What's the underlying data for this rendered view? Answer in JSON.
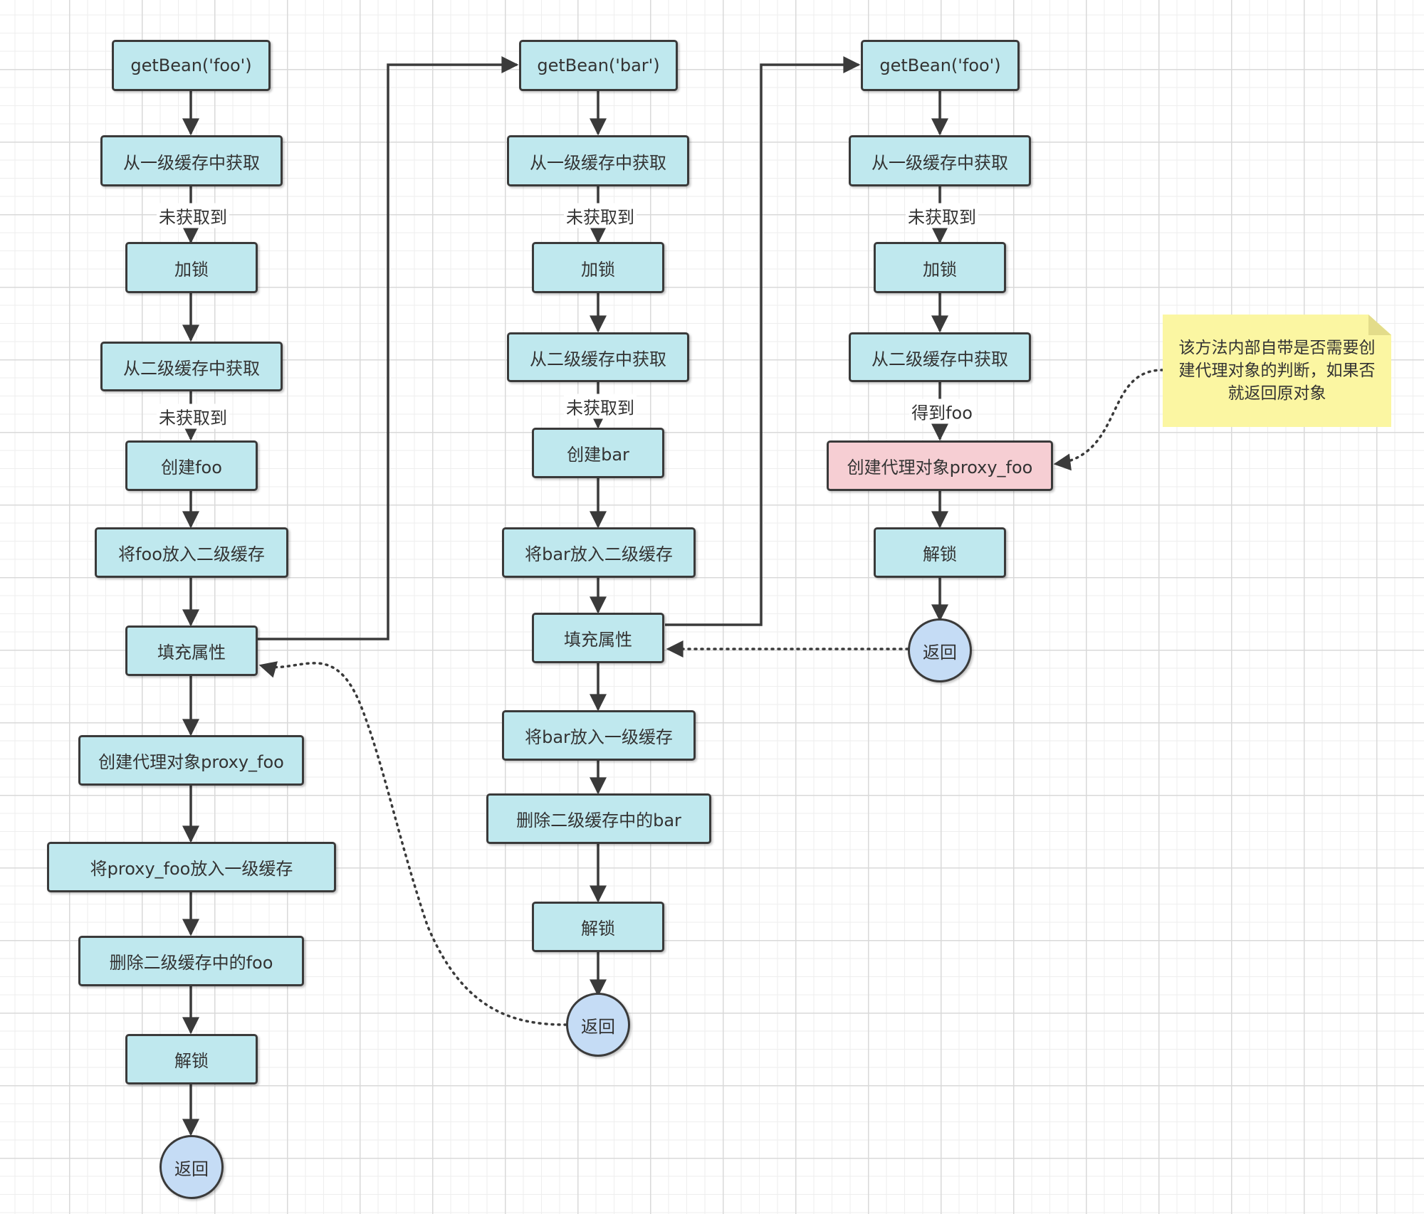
{
  "columns": [
    {
      "nodes": [
        {
          "label": "getBean('foo')"
        },
        {
          "label": "从一级缓存中获取"
        },
        {
          "label": "加锁"
        },
        {
          "label": "从二级缓存中获取"
        },
        {
          "label": "创建foo"
        },
        {
          "label": "将foo放入二级缓存"
        },
        {
          "label": "填充属性"
        },
        {
          "label": "创建代理对象proxy_foo"
        },
        {
          "label": "将proxy_foo放入一级缓存"
        },
        {
          "label": "删除二级缓存中的foo"
        },
        {
          "label": "解锁"
        },
        {
          "label": "返回"
        }
      ],
      "edge_labels": [
        "未获取到",
        "未获取到"
      ]
    },
    {
      "nodes": [
        {
          "label": "getBean('bar')"
        },
        {
          "label": "从一级缓存中获取"
        },
        {
          "label": "加锁"
        },
        {
          "label": "从二级缓存中获取"
        },
        {
          "label": "创建bar"
        },
        {
          "label": "将bar放入二级缓存"
        },
        {
          "label": "填充属性"
        },
        {
          "label": "将bar放入一级缓存"
        },
        {
          "label": "删除二级缓存中的bar"
        },
        {
          "label": "解锁"
        },
        {
          "label": "返回"
        }
      ],
      "edge_labels": [
        "未获取到",
        "未获取到"
      ]
    },
    {
      "nodes": [
        {
          "label": "getBean('foo')"
        },
        {
          "label": "从一级缓存中获取"
        },
        {
          "label": "加锁"
        },
        {
          "label": "从二级缓存中获取"
        },
        {
          "label": "创建代理对象proxy_foo"
        },
        {
          "label": "解锁"
        },
        {
          "label": "返回"
        }
      ],
      "edge_labels": [
        "未获取到",
        "得到foo"
      ]
    }
  ],
  "note": {
    "text": "该方法内部自带是否需要创建代理对象的判断，如果否就返回原对象"
  },
  "colors": {
    "node_fill": "#bfe8ee",
    "highlight_fill": "#f6ced3",
    "terminal_fill": "#c5dcf5",
    "note_fill": "#fbf6a2",
    "stroke": "#3a3a3a"
  }
}
